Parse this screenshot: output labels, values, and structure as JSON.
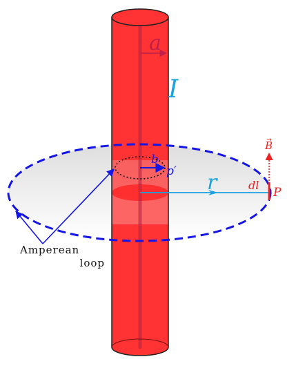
{
  "labels": {
    "radius_a": "a",
    "current": "I",
    "inner_radius": "b",
    "inner_point": "p′",
    "distance": "r",
    "field": "B",
    "field_arrow": "→",
    "element": "dl",
    "point": "P",
    "amperean_1": "Amperean",
    "amperean_2": "loop"
  },
  "colors": {
    "wire": "#ff3333",
    "wire_edge": "#222222",
    "axis": "#b02040",
    "loop": "#1515e6",
    "radius_line": "#19a3e0",
    "field_label": "#ee2222"
  }
}
